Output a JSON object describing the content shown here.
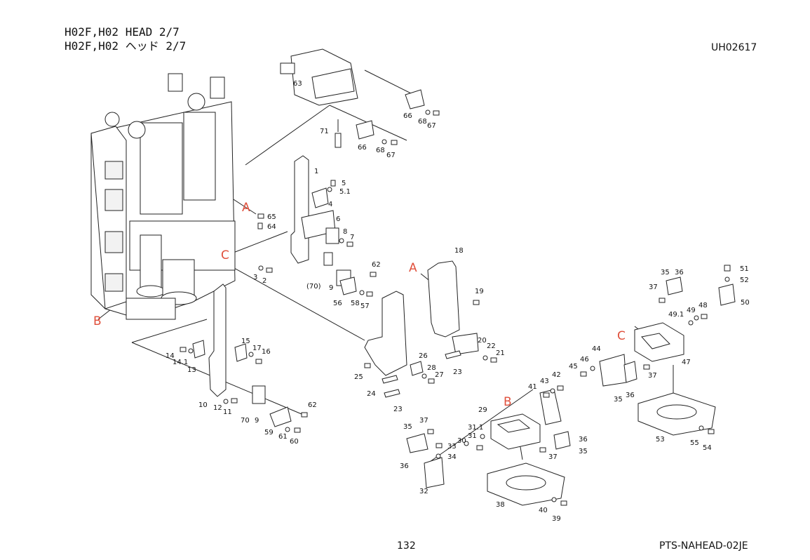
{
  "header": {
    "title_en": "H02F,H02 HEAD  2/7",
    "title_jp": "H02F,H02 ヘッド  2/7",
    "doc_id": "UH02617"
  },
  "footer": {
    "page_number": "132",
    "code": "PTS-NAHEAD-02JE"
  },
  "reference_markers": [
    "A",
    "C",
    "B",
    "A",
    "B",
    "C"
  ],
  "part_labels": [
    "63",
    "66",
    "68",
    "67",
    "71",
    "66",
    "68",
    "67",
    "1",
    "5",
    "5.1",
    "4",
    "65",
    "64",
    "6",
    "8",
    "7",
    "3",
    "2",
    "(70)",
    "9",
    "62",
    "56",
    "58",
    "57",
    "18",
    "19",
    "20",
    "22",
    "21",
    "23",
    "26",
    "28",
    "27",
    "25",
    "24",
    "23",
    "15",
    "17",
    "16",
    "14",
    "14.1",
    "13",
    "10",
    "12",
    "11",
    "70",
    "9",
    "62",
    "59",
    "61",
    "60",
    "35",
    "36",
    "51",
    "52",
    "37",
    "50",
    "49.1",
    "49",
    "48",
    "47",
    "44",
    "46",
    "45",
    "37",
    "35",
    "36",
    "53",
    "55",
    "54",
    "41",
    "43",
    "42",
    "29",
    "31.1",
    "31",
    "30",
    "37",
    "35",
    "33",
    "34",
    "36",
    "32",
    "36",
    "37",
    "35",
    "38",
    "40",
    "39"
  ]
}
